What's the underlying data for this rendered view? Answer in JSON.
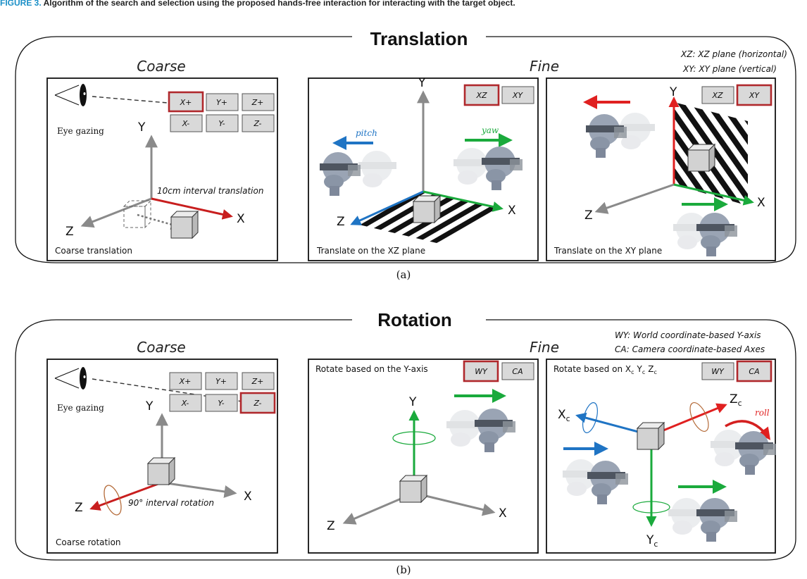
{
  "caption": {
    "label": "FIGURE 3.",
    "text": "Algorithm of the search and selection using the proposed hands-free interaction for interacting with the target object."
  },
  "translation": {
    "title": "Translation",
    "coarse": {
      "heading": "Coarse",
      "eye_label": "Eye gazing",
      "buttons": [
        "X+",
        "Y+",
        "Z+",
        "X-",
        "Y-",
        "Z-"
      ],
      "interval_label": "10cm interval translation",
      "footer": "Coarse translation",
      "axes": {
        "x": "X",
        "y": "Y",
        "z": "Z"
      }
    },
    "fine": {
      "heading": "Fine",
      "legend_xz": "XZ: XZ plane (horizontal)",
      "legend_xy": "XY: XY plane (vertical)",
      "panel_xz": {
        "buttons": [
          "XZ",
          "XY"
        ],
        "pitch": "pitch",
        "yaw": "yaw",
        "footer": "Translate on the XZ plane",
        "axes": {
          "x": "X",
          "y": "Y",
          "z": "Z"
        }
      },
      "panel_xy": {
        "buttons": [
          "XZ",
          "XY"
        ],
        "footer": "Translate on the XY plane",
        "axes": {
          "x": "X",
          "y": "Y",
          "z": "Z"
        }
      }
    },
    "sublabel": "(a)"
  },
  "rotation": {
    "title": "Rotation",
    "coarse": {
      "heading": "Coarse",
      "eye_label": "Eye gazing",
      "buttons": [
        "X+",
        "Y+",
        "Z+",
        "X-",
        "Y-",
        "Z-"
      ],
      "interval_label": "90° interval rotation",
      "footer": "Coarse rotation",
      "axes": {
        "x": "X",
        "y": "Y",
        "z": "Z"
      }
    },
    "fine": {
      "heading": "Fine",
      "legend_wy": "WY: World coordinate-based Y-axis",
      "legend_ca": "CA: Camera coordinate-based Axes",
      "panel_wy": {
        "header": "Rotate based on the Y-axis",
        "buttons": [
          "WY",
          "CA"
        ],
        "axes": {
          "x": "X",
          "y": "Y",
          "z": "Z"
        }
      },
      "panel_ca": {
        "header_prefix": "Rotate based on X",
        "header_y": "Y",
        "header_z": "Z",
        "subscript": "c",
        "buttons": [
          "WY",
          "CA"
        ],
        "roll": "roll",
        "axes": {
          "x": "X",
          "y": "Y",
          "z": "Z"
        }
      }
    },
    "sublabel": "(b)"
  },
  "colors": {
    "highlight_border": "#b0282c",
    "red_arrow": "#e02020",
    "green_arrow": "#1aaa3c",
    "blue_arrow": "#1f74c4",
    "gray_axis": "#8a8a8a",
    "button_fill": "#d9d9d9"
  }
}
